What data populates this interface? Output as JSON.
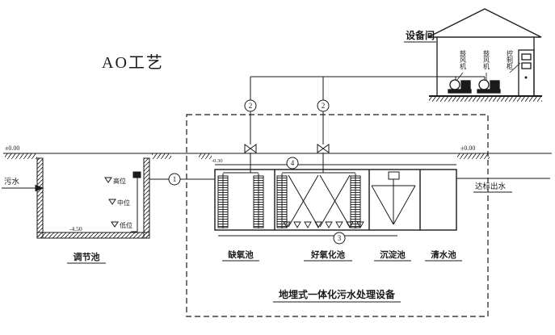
{
  "title": "AO工艺",
  "equipment_room": {
    "name": "设备间",
    "labels": [
      "鼓风机",
      "鼓风机",
      "控制柜"
    ]
  },
  "flow": {
    "influent": "污水",
    "effluent": "达标出水"
  },
  "elevations": {
    "ground_left": "±0.00",
    "ground_right": "±0.00",
    "regulating_bottom": "-4.50",
    "tank_top": "-0.30"
  },
  "levels": {
    "high": "高位",
    "mid": "中位",
    "low": "低位"
  },
  "tanks": {
    "regulating": "调节池",
    "anoxic": "缺氧池",
    "aerobic": "好氧化池",
    "sedimentation": "沉淀池",
    "clean": "清水池"
  },
  "system_label": "地埋式一体化污水处理设备",
  "markers": {
    "m1": "1",
    "m2a": "2",
    "m2b": "2",
    "m3": "3",
    "m4": "4"
  }
}
